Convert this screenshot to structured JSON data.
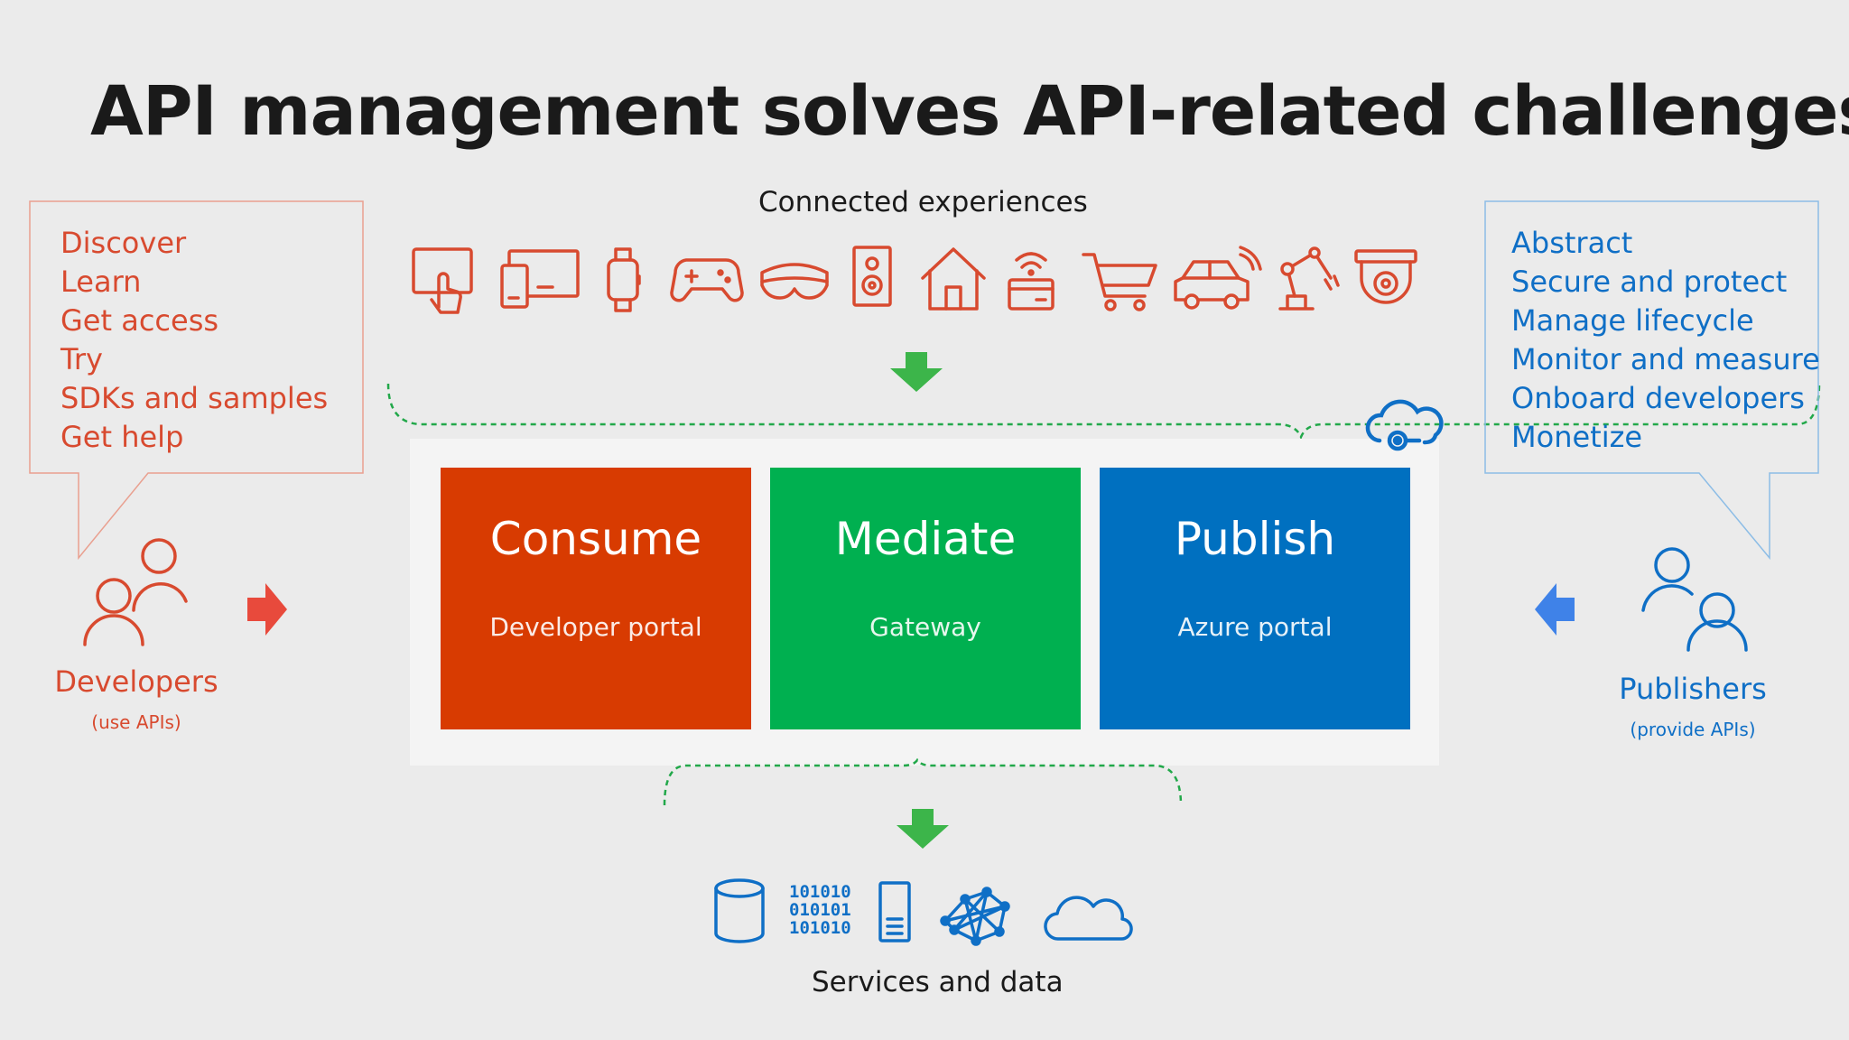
{
  "title": "API management solves API-related challenges",
  "top_label": "Connected experiences",
  "bottom_label": "Services and data",
  "developers": {
    "name": "Developers",
    "note": "(use APIs)",
    "items": [
      "Discover",
      "Learn",
      "Get access",
      "Try",
      "SDKs and samples",
      "Get help"
    ]
  },
  "publishers": {
    "name": "Publishers",
    "note": "(provide APIs)",
    "items": [
      "Abstract",
      "Secure and protect",
      "Manage lifecycle",
      "Monitor and measure",
      "Onboard developers",
      "Monetize"
    ]
  },
  "boxes": [
    {
      "title": "Consume",
      "subtitle": "Developer portal",
      "color": "#d83b01"
    },
    {
      "title": "Mediate",
      "subtitle": "Gateway",
      "color": "#00b050"
    },
    {
      "title": "Publish",
      "subtitle": "Azure portal",
      "color": "#0070c0"
    }
  ],
  "binary_lines": [
    "101010",
    "010101",
    "101010"
  ],
  "device_icons": [
    "touch-screen-icon",
    "devices-icon",
    "smartwatch-icon",
    "gamepad-icon",
    "vr-headset-icon",
    "speaker-icon",
    "home-icon",
    "wireless-card-icon",
    "shopping-cart-icon",
    "connected-car-icon",
    "robot-arm-icon",
    "security-camera-icon"
  ],
  "data_icons": [
    "database-icon",
    "binary-data-icon",
    "server-icon",
    "network-mesh-icon",
    "cloud-icon"
  ],
  "colors": {
    "developer": "#d84a2f",
    "publisher": "#0f6fc6",
    "arrow_green": "#3cb54a",
    "dashed": "#22a84a"
  }
}
